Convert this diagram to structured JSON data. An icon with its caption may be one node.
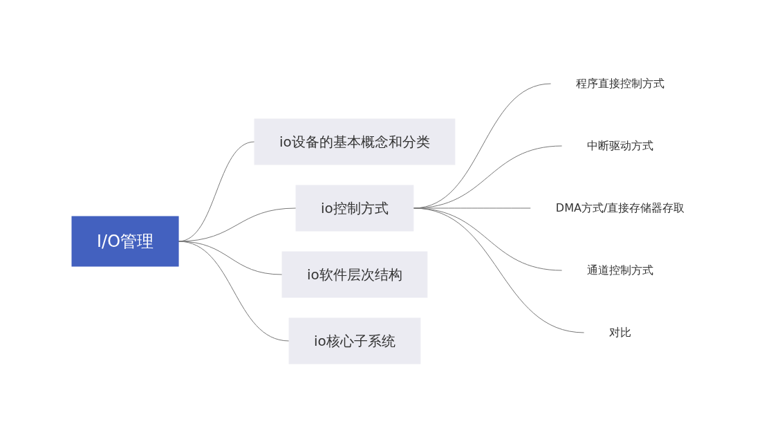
{
  "diagram": {
    "nodes": [
      {
        "text": [
          "I/O管理"
        ]
      },
      {
        "text": [
          "io设备的基本概念和分类"
        ]
      },
      {
        "text": [
          "io控制方式"
        ]
      },
      {
        "text": [
          "程序直接控制方式"
        ]
      },
      {
        "text": [
          "中断驱动方式"
        ]
      },
      {
        "text": [
          "DMA方式/直接存储器存取"
        ]
      },
      {
        "text": [
          "通道控制方式"
        ]
      },
      {
        "text": [
          "对比"
        ]
      },
      {
        "text": [
          "io软件层次结构"
        ]
      },
      {
        "text": [
          "io核心子系统"
        ]
      }
    ],
    "edges": [
      {
        "from": 0,
        "to": 1,
        "arrow": "none"
      },
      {
        "from": 0,
        "to": 2,
        "arrow": "none"
      },
      {
        "from": 2,
        "to": 3,
        "arrow": "none"
      },
      {
        "from": 2,
        "to": 4,
        "arrow": "none"
      },
      {
        "from": 2,
        "to": 5,
        "arrow": "none"
      },
      {
        "from": 2,
        "to": 6,
        "arrow": "none"
      },
      {
        "from": 2,
        "to": 7,
        "arrow": "none"
      },
      {
        "from": 0,
        "to": 8,
        "arrow": "none"
      },
      {
        "from": 0,
        "to": 9,
        "arrow": "none"
      }
    ]
  }
}
